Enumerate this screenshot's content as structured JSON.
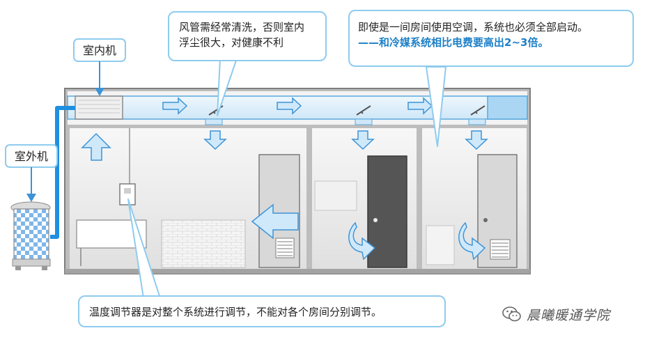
{
  "labels": {
    "indoor_unit": "室内机",
    "outdoor_unit": "室外机"
  },
  "callouts": {
    "duct_clean": [
      "风管需经常清洗，否则室内",
      "浮尘很大，对健康不利"
    ],
    "startup_line1": "即使是一间房间使用空调，系统也必须全部启动。",
    "startup_line2": "——和冷媒系统相比电费要高出2~3倍。",
    "thermostat": "温度调节器是对整个系统进行调节，不能对各个房间分别调节。"
  },
  "watermark": {
    "text": "晨曦暖通学院",
    "icon": "wechat-icon"
  },
  "colors": {
    "duct_fill": "#e2f1fb",
    "duct_stroke": "#5aa9dd",
    "arrow_fill": "#cfe9fb",
    "arrow_stroke": "#3d93d6",
    "wall": "#8f8f8f",
    "room_floor": "#e9e9e9",
    "accent_text": "#1c7fc8",
    "callout_border": "#8ecbee"
  }
}
